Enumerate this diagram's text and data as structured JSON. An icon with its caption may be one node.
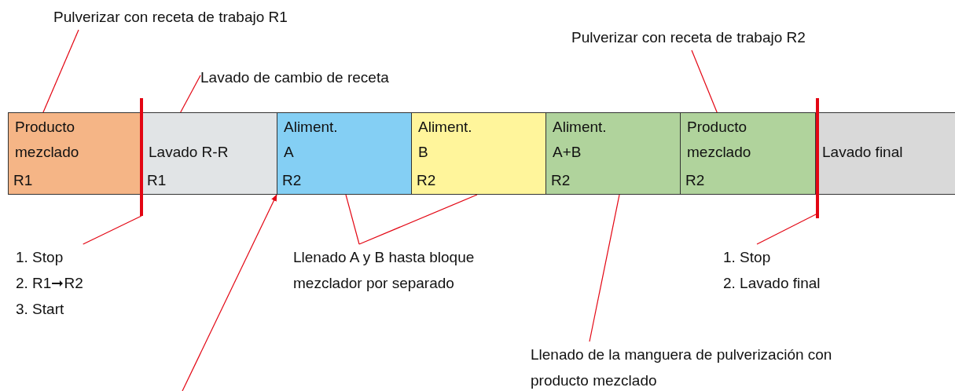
{
  "diagram": {
    "nodes": [
      {
        "text": [
          "Pulverizar con receta de trabajo R1"
        ]
      },
      {
        "text": [
          "Lavado de cambio de receta"
        ]
      },
      {
        "text": [
          "Pulverizar con receta de trabajo R2"
        ]
      },
      {
        "text": [
          "Producto mezclado",
          "R1"
        ]
      },
      {
        "text": [
          "Lavado R-R",
          "R1"
        ]
      },
      {
        "text": [
          "Aliment. A",
          "R2"
        ]
      },
      {
        "text": [
          "Aliment. B",
          "R2"
        ]
      },
      {
        "text": [
          "Aliment. A+B",
          "R2"
        ]
      },
      {
        "text": [
          "Producto mezclado",
          "R2"
        ]
      },
      {
        "text": [
          "Lavado final"
        ]
      },
      {
        "text": [],
        "shape": "bar"
      },
      {
        "text": [],
        "shape": "bar"
      },
      {
        "text": [
          "1. Stop",
          "2. R1➞R2",
          "3. Start"
        ]
      },
      {
        "text": [
          "Llenado A y B hasta bloque mezclador por separado"
        ]
      },
      {
        "text": [
          "1. Stop",
          "2. Lavado final"
        ]
      },
      {
        "text": [
          "Llenado de la manguera de pulverización con producto mezclado"
        ]
      }
    ],
    "edges": [
      {
        "from": 0,
        "to": 3,
        "arrow": "none"
      },
      {
        "from": 1,
        "to": 4,
        "arrow": "none"
      },
      {
        "from": 2,
        "to": 8,
        "arrow": "none"
      },
      {
        "from": 12,
        "to": 10,
        "arrow": "none"
      },
      {
        "from": 13,
        "to": 5,
        "arrow": "none"
      },
      {
        "from": 13,
        "to": 6,
        "arrow": "none"
      },
      {
        "from": 14,
        "to": 11,
        "arrow": "none"
      },
      {
        "from": 15,
        "to": 7,
        "arrow": "none"
      },
      {
        "from": null,
        "to": 5,
        "arrow": "to"
      }
    ]
  }
}
